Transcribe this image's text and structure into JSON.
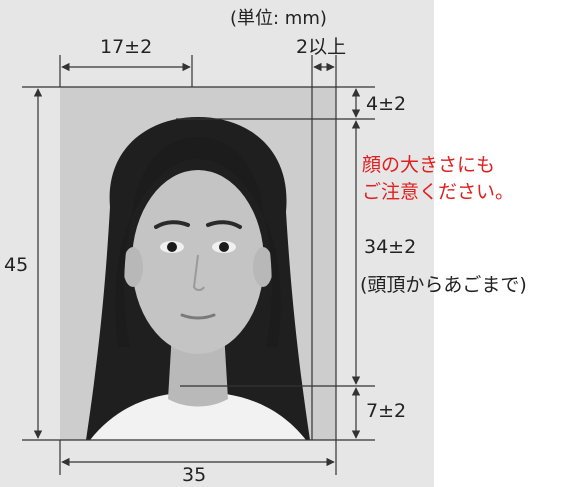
{
  "unit_label": "(単位: mm)",
  "dimensions": {
    "top_of_head_to_photo_edge": "17±2",
    "margin_side": "2以上",
    "top_margin": "4±2",
    "face_height": "34±2",
    "face_height_note": "(頭頂からあごまで)",
    "bottom_margin": "7±2",
    "photo_height": "45",
    "photo_width": "35"
  },
  "notice": {
    "line1": "顔の大きさにも",
    "line2": "ご注意ください。"
  },
  "colors": {
    "panel_bg": "#e6e6e6",
    "photo_bg": "#cfcfcf",
    "line": "#333333",
    "notice_text": "#e02020"
  }
}
